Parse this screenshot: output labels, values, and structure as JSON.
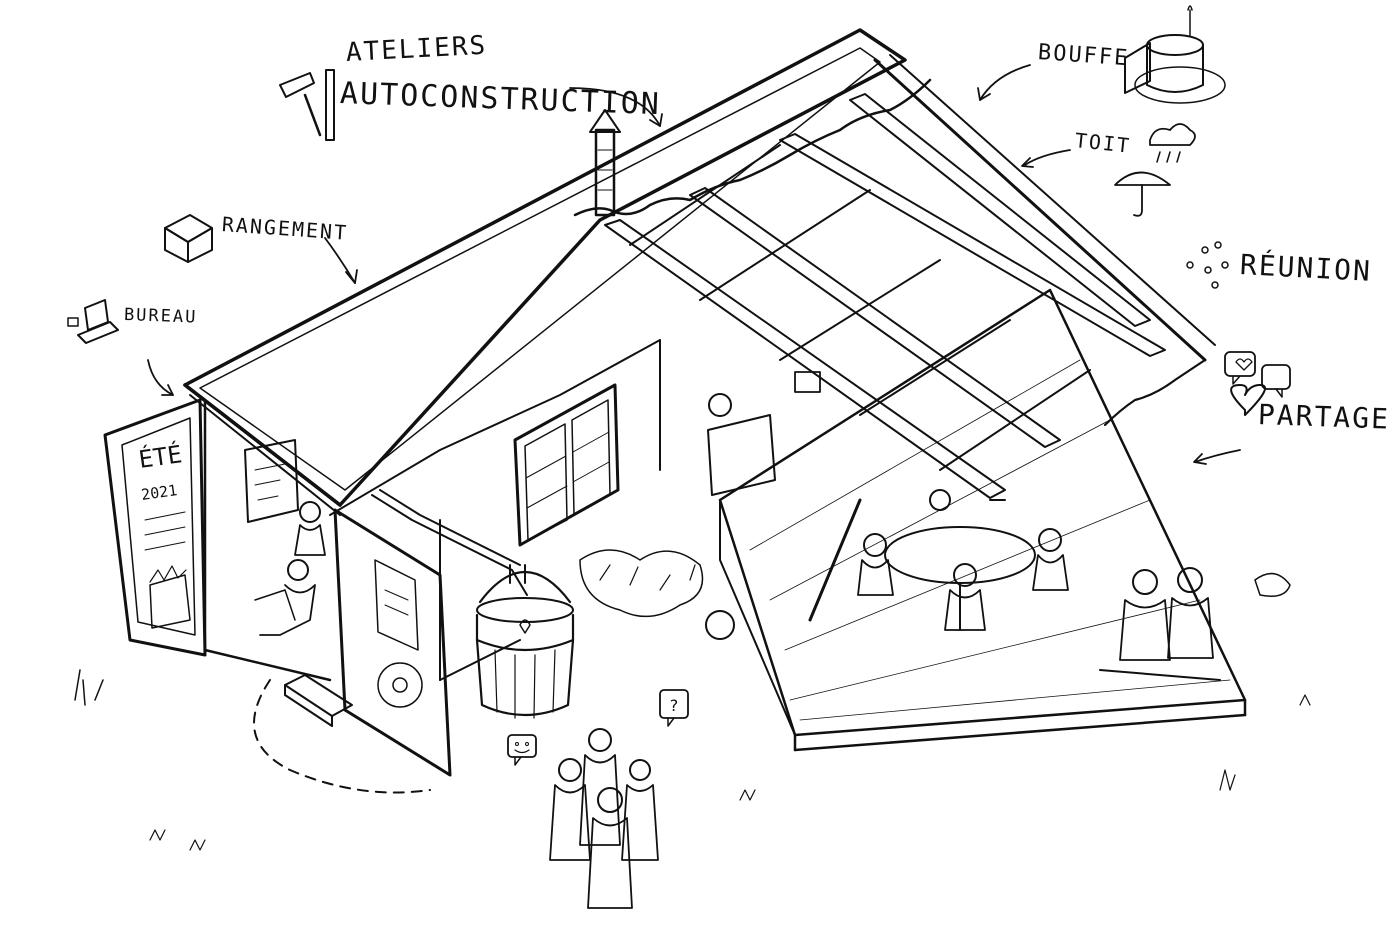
{
  "labels": {
    "ateliers": "ATELIERS",
    "autoconstruction": "AUTOCONSTRUCTION",
    "bouffe": "BOUFFE",
    "toit": "TOIT",
    "rangement": "RANGEMENT",
    "bureau": "BUREAU",
    "reunion": "RÉUNION",
    "partage": "PARTAGE"
  },
  "door": {
    "title": "ÉTÉ",
    "year": "2021"
  },
  "bubbles": {
    "question": "?"
  },
  "colors": {
    "ink": "#111111",
    "paper": "#ffffff"
  }
}
